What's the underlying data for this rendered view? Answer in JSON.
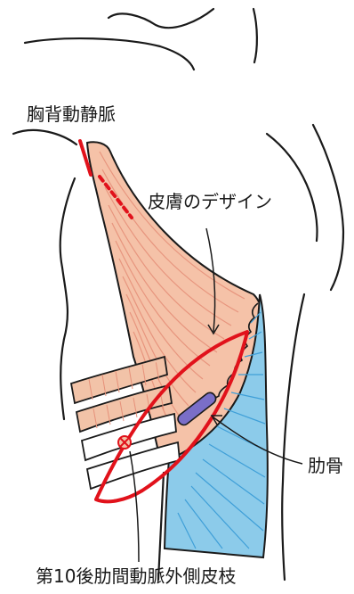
{
  "labels": {
    "vessel": "胸背動静脈",
    "design": "皮膚のデザイン",
    "rib": "肋骨",
    "nerve": "第10後肋間動脈外側皮枝"
  },
  "colors": {
    "outline": "#1a1a1a",
    "muscle_fill": "#f5c2a8",
    "muscle_stripe": "#e6917a",
    "rib_fill": "#f2c3a8",
    "back_fill": "#8ccbea",
    "back_stripe": "#3f9fd8",
    "skin_design": "#e1121b",
    "rib_bar": "#7a6ec8"
  },
  "icons": {
    "perforator": "circled-x-icon"
  }
}
